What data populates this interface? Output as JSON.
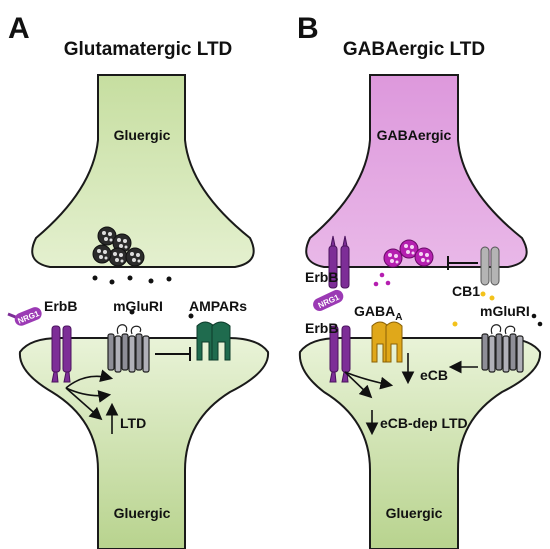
{
  "panel_a": {
    "letter": "A",
    "title": "Glutamatergic LTD",
    "presynaptic_label": "Gluergic",
    "postsynaptic_label": "Gluergic",
    "labels": {
      "erbb": "ErbB",
      "nrg1": "NRG1",
      "mglur": "mGluRI",
      "ampars": "AMPARs",
      "ltd": "LTD"
    },
    "colors": {
      "terminal": "#d6e8b4",
      "receptor_erbb": "#7d2e97",
      "receptor_mglur": "#8c8c96",
      "ampar": "#1f6b4e"
    }
  },
  "panel_b": {
    "letter": "B",
    "title": "GABAergic LTD",
    "presynaptic_label": "GABAergic",
    "postsynaptic_label": "Gluergic",
    "labels": {
      "erbb_pre": "ErbB",
      "nrg1": "NRG1",
      "erbb_post": "ErbB",
      "gaba_a_base": "GABA",
      "gaba_a_sub": "A",
      "cb1": "CB1",
      "mglur": "mGluRI",
      "ecb": "eCB",
      "ecb_ltd": "eCB-dep LTD"
    },
    "colors": {
      "terminal": "#e3a2e3",
      "gaba_vesicle": "#b51fb0",
      "ecb_dot": "#f3c21b",
      "gaba_a": "#e0a81a",
      "cb1": "#b4b4b4"
    }
  }
}
